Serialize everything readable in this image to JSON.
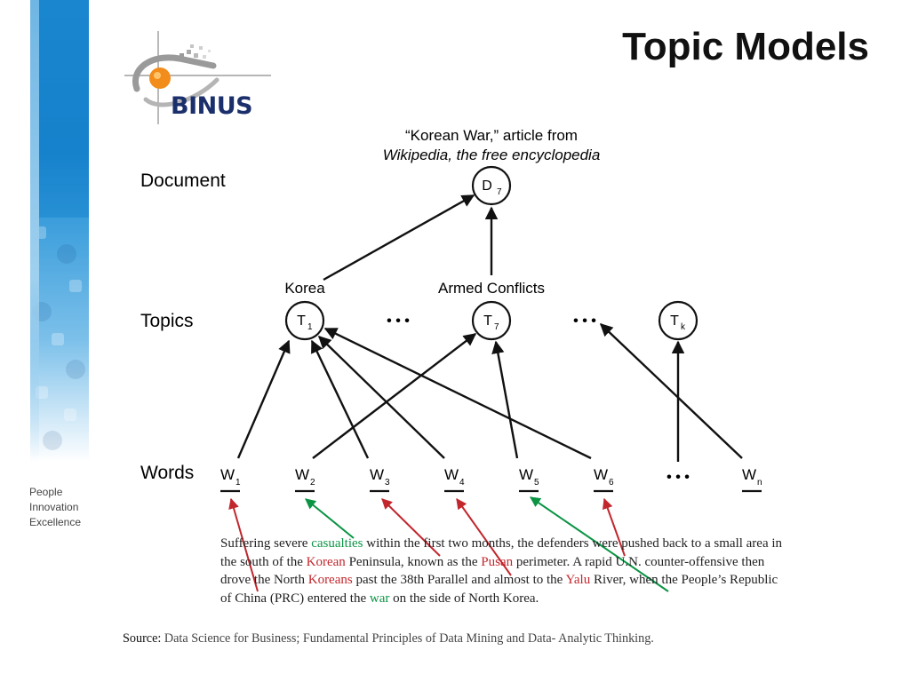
{
  "slide": {
    "title": "Topic Models",
    "logo": {
      "text": "BINUS"
    },
    "tagline": [
      "People",
      "Innovation",
      "Excellence"
    ]
  },
  "diagram": {
    "caption_line1": "“Korean War,” article from",
    "caption_line2": "Wikipedia, the free encyclopedia",
    "rows": {
      "document": "Document",
      "topics": "Topics",
      "words": "Words"
    },
    "document_node": {
      "letter": "D",
      "sub": "7"
    },
    "topic_labels": {
      "korea": "Korea",
      "armed_conflicts": "Armed Conflicts"
    },
    "topic_nodes": [
      {
        "letter": "T",
        "sub": "1"
      },
      {
        "letter": "T",
        "sub": "7"
      },
      {
        "letter": "T",
        "sub": "k"
      }
    ],
    "word_nodes": [
      {
        "letter": "W",
        "sub": "1"
      },
      {
        "letter": "W",
        "sub": "2"
      },
      {
        "letter": "W",
        "sub": "3"
      },
      {
        "letter": "W",
        "sub": "4"
      },
      {
        "letter": "W",
        "sub": "5"
      },
      {
        "letter": "W",
        "sub": "6"
      },
      {
        "letter": "W",
        "sub": "n"
      }
    ],
    "ellipsis": "• • •",
    "colors": {
      "red": "#c1272d",
      "green": "#0b9444",
      "black": "#111111"
    }
  },
  "passage": {
    "t1": "Suffering severe ",
    "w_casualties": "casualties",
    "t2": " within the first two months, the defenders were pushed back to a small area in the south of the ",
    "w_korean": "Korean",
    "t3": " Peninsula, known as the ",
    "w_pusan": "Pusan",
    "t4": " perimeter. A rapid U.N. counter-offensive then drove the North ",
    "w_koreans": "Koreans",
    "t5": " past the 38th Parallel and almost to the ",
    "w_yalu": "Yalu",
    "t6": " River, when the People’s Republic of China (PRC) entered the ",
    "w_war": "war",
    "t7": " on the side of North Korea."
  },
  "source": {
    "label": "Source:",
    "text": " Data Science for Business; Fundamental Principles of Data Mining and Data- Analytic Thinking."
  }
}
